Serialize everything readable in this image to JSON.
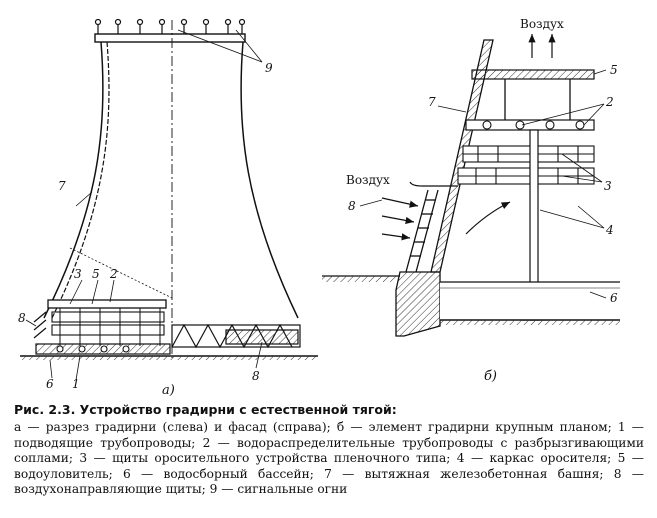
{
  "figure": {
    "sublabel_a": "а)",
    "sublabel_b": "б)",
    "air_top": "Воздух",
    "air_side": "Воздух",
    "left_labels": {
      "n9": "9",
      "n7": "7",
      "n3": "3",
      "n5": "5",
      "n2": "2",
      "n8": "8",
      "n6": "6",
      "n1": "1",
      "n8_right": "8"
    },
    "right_labels": {
      "n5": "5",
      "n7": "7",
      "n2": "2",
      "n3": "3",
      "n8": "8",
      "n4": "4",
      "n6": "6"
    }
  },
  "caption": {
    "title": "Рис. 2.3. Устройство градирни с естественной тягой:",
    "body": "а — разрез градирни (слева) и фасад (справа); б — элемент градирни крупным планом; 1 — подводящие трубопроводы; 2 — водораспределительные трубопроводы с разбрызгивающими соплами; 3 — щиты оросительного устройства пленочного типа; 4 — каркас оросителя; 5 — водоуловитель; 6 — водосборный бассейн; 7 — вытяжная железобетонная башня; 8 — воздухонаправляющие щиты; 9 — сигнальные огни"
  }
}
